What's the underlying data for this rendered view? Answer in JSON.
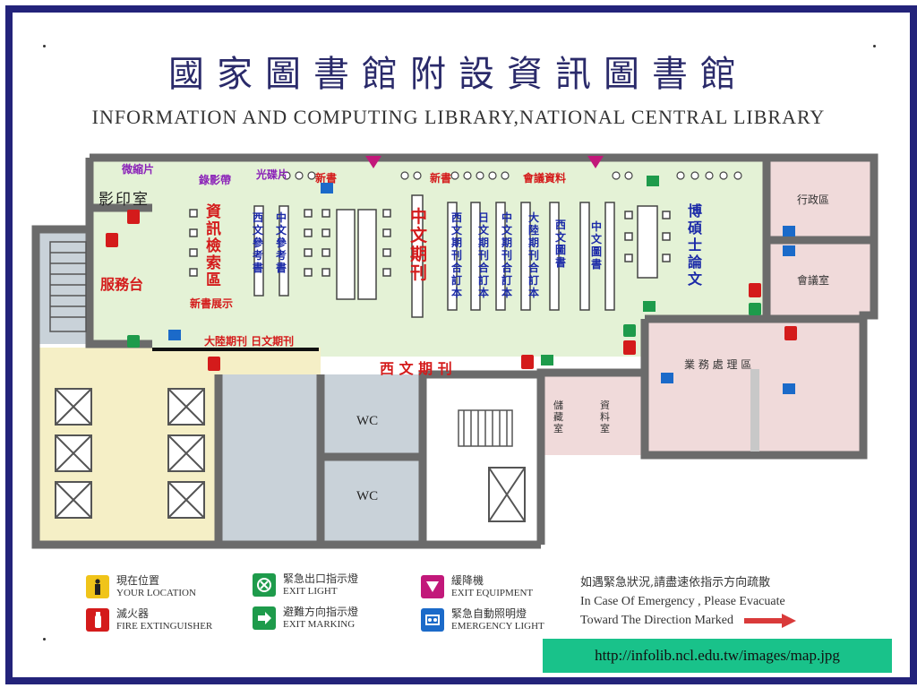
{
  "title_zh": "國家圖書館附設資訊圖書館",
  "title_en": "INFORMATION AND COMPUTING LIBRARY,NATIONAL CENTRAL LIBRARY",
  "rooms": {
    "microfilm": "微縮片",
    "copy": "影印室",
    "video": "錄影帶",
    "cd": "光碟片",
    "newbook1": "新書",
    "newbook2": "新書",
    "conference": "會議資料",
    "info_search": "資訊檢索區",
    "service": "服務台",
    "new_display": "新書展示",
    "west_ref": "西文參考書",
    "cn_ref": "中文參考書",
    "cn_periodical": "中文期刊",
    "west_bound": "西文期刊合訂本",
    "jp_bound": "日文期刊合訂本",
    "cn_bound": "中文期刊合訂本",
    "mainland_bound": "大陸期刊合訂本",
    "west_books": "西文圖書",
    "cn_books": "中文圖書",
    "thesis": "博碩士論文",
    "admin": "行政區",
    "meeting": "會議室",
    "business": "業 務 處 理 區",
    "mainland_jp": "大陸期刊 日文期刊",
    "west_periodical": "西 文 期 刊",
    "storage": "儲藏室",
    "data_room": "資料室",
    "wc1": "WC",
    "wc2": "WC"
  },
  "legend": {
    "location_zh": "現在位置",
    "location_en": "YOUR LOCATION",
    "exit_light_zh": "緊急出口指示燈",
    "exit_light_en": "EXIT LIGHT",
    "exit_equip_zh": "緩降機",
    "exit_equip_en": "EXIT EQUIPMENT",
    "fire_zh": "滅火器",
    "fire_en": "FIRE EXTINGUISHER",
    "marking_zh": "避難方向指示燈",
    "marking_en": "EXIT MARKING",
    "emergency_zh": "緊急自動照明燈",
    "emergency_en": "EMERGENCY LIGHT"
  },
  "notice": {
    "zh": "如遇緊急狀況,請盡速依指示方向疏散",
    "en1": "In Case Of Emergency , Please Evacuate",
    "en2": "Toward The Direction Marked"
  },
  "url": "http://infolib.ncl.edu.tw/images/map.jpg",
  "colors": {
    "wall": "#6b6b6b",
    "main_floor": "#e4f2d6",
    "admin_zone": "#f0dada",
    "lobby": "#f5efc6",
    "service_zone": "#c9d2d9",
    "red_text": "#d41b1b",
    "blue_text": "#1b2aa8",
    "purple_text": "#8a21b8",
    "exit_green": "#1e9b4b",
    "emergency_blue": "#1b6ac9"
  }
}
